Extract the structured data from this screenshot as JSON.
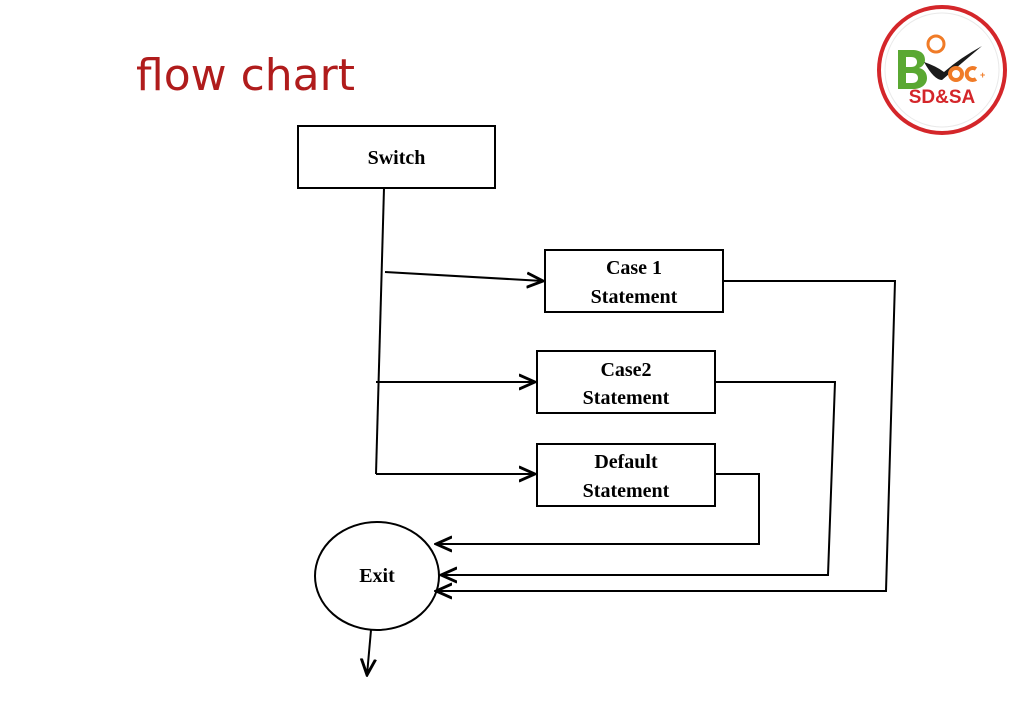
{
  "slide": {
    "title": "flow chart"
  },
  "logo": {
    "text": "SD&SA",
    "icon": "bvoc-logo-icon",
    "ring_color": "#d4262a",
    "green": "#5aa832",
    "orange": "#f07b27"
  },
  "diagram": {
    "nodes": {
      "switch": {
        "label": "Switch"
      },
      "case1": {
        "line1": "Case 1",
        "line2": "Statement"
      },
      "case2": {
        "line1": "Case2",
        "line2": "Statement"
      },
      "default": {
        "line1": "Default",
        "line2": "Statement"
      },
      "exit": {
        "label": "Exit"
      }
    },
    "colors": {
      "stroke": "#000000",
      "title": "#b01c1c"
    }
  }
}
